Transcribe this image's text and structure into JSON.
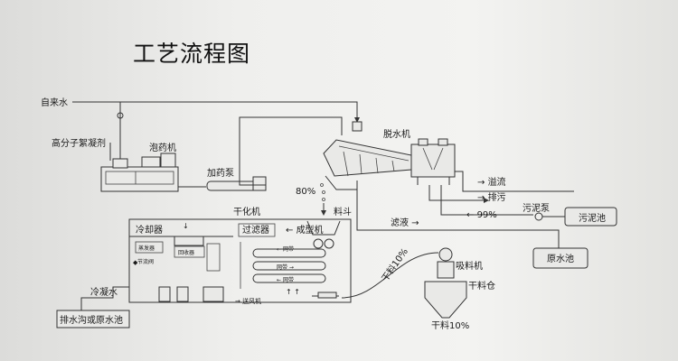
{
  "title": "工艺流程图",
  "labels": {
    "tap_water": "自来水",
    "polymer_flocculant": "高分子絮凝剂",
    "dosing_machine": "泡药机",
    "dosing_pump": "加药泵",
    "dewatering_machine": "脱水机",
    "overflow": "溢流",
    "discharge": "排污",
    "sludge_pump": "污泥泵",
    "sludge_tank": "污泥池",
    "percent_99": "99%",
    "percent_80": "80%",
    "filtrate": "滤液",
    "raw_water_tank": "原水池",
    "dryer": "干化机",
    "hopper": "料斗",
    "cooler": "冷却器",
    "filter": "过滤器",
    "molding_machine": "成型机",
    "evaporator": "蒸发器",
    "recovery_unit": "回收器",
    "throttle_valve": "节流阀",
    "condensate_water": "冷凝水",
    "drain_or_raw_tank": "排水沟或原水池",
    "blower": "送风机",
    "mesh_belt": "网带",
    "dry_material_10_a": "干料10%",
    "suction_machine": "吸料机",
    "dry_material_silo": "干料仓",
    "dry_material_10_b": "干料10%"
  }
}
